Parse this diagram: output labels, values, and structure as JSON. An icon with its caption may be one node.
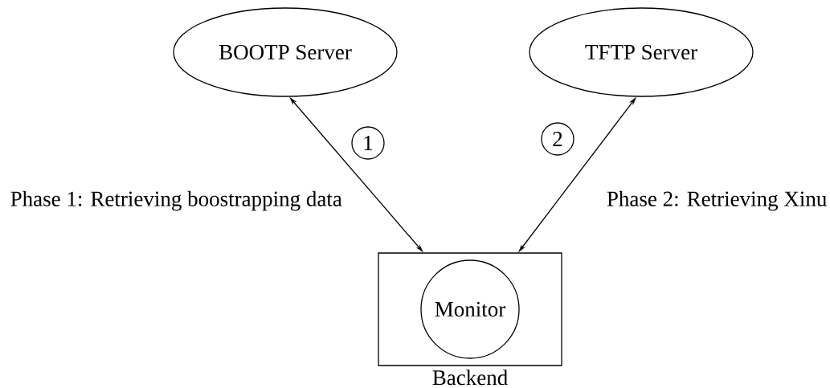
{
  "diagram": {
    "nodes": [
      {
        "text": [
          "BOOTP Server"
        ]
      },
      {
        "text": [
          "TFTP Server"
        ]
      },
      {
        "text": [
          "Backend"
        ]
      },
      {
        "text": [
          "Monitor"
        ],
        "in": 2
      }
    ],
    "edges": [
      {
        "from": 0,
        "to": 2,
        "arrow": "both",
        "label": "1"
      },
      {
        "from": 1,
        "to": 2,
        "arrow": "both",
        "label": "2"
      }
    ],
    "labels": [
      "Phase 1: Retrieving boostrapping data",
      "Phase 2: Retrieving Xinu"
    ]
  }
}
